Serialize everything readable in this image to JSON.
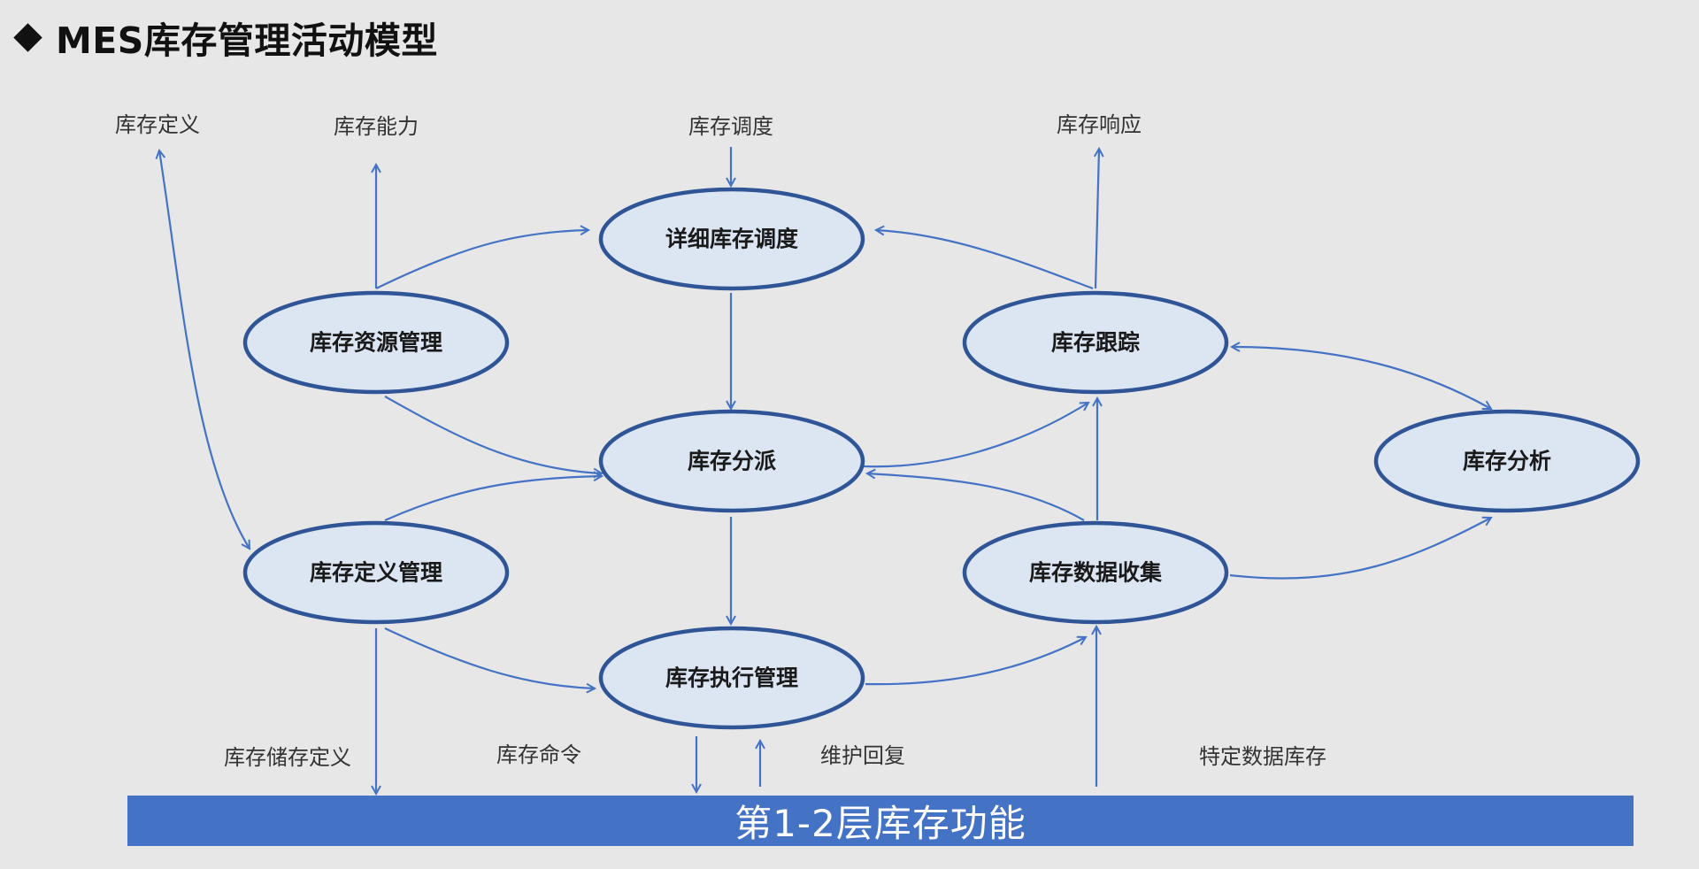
{
  "title": "MES库存管理活动模型",
  "bottom_bar": "第1-2层库存功能",
  "nodes": {
    "detailed_scheduling": "详细库存调度",
    "resource_management": "库存资源管理",
    "tracking": "库存跟踪",
    "dispatching": "库存分派",
    "analysis": "库存分析",
    "definition_management": "库存定义管理",
    "data_collection": "库存数据收集",
    "execution_management": "库存执行管理"
  },
  "flow_labels": {
    "inventory_definition": "库存定义",
    "inventory_capability": "库存能力",
    "inventory_schedule": "库存调度",
    "inventory_response": "库存响应",
    "storage_definition": "库存储存定义",
    "inventory_command": "库存命令",
    "maintenance_reply": "维护回复",
    "specific_data_inventory": "特定数据库存"
  },
  "colors": {
    "background": "#e7e7e7",
    "ellipse_fill": "#dce6f3",
    "ellipse_stroke": "#2f5597",
    "edge": "#4472c4",
    "bottom_bar": "#4472c4"
  }
}
